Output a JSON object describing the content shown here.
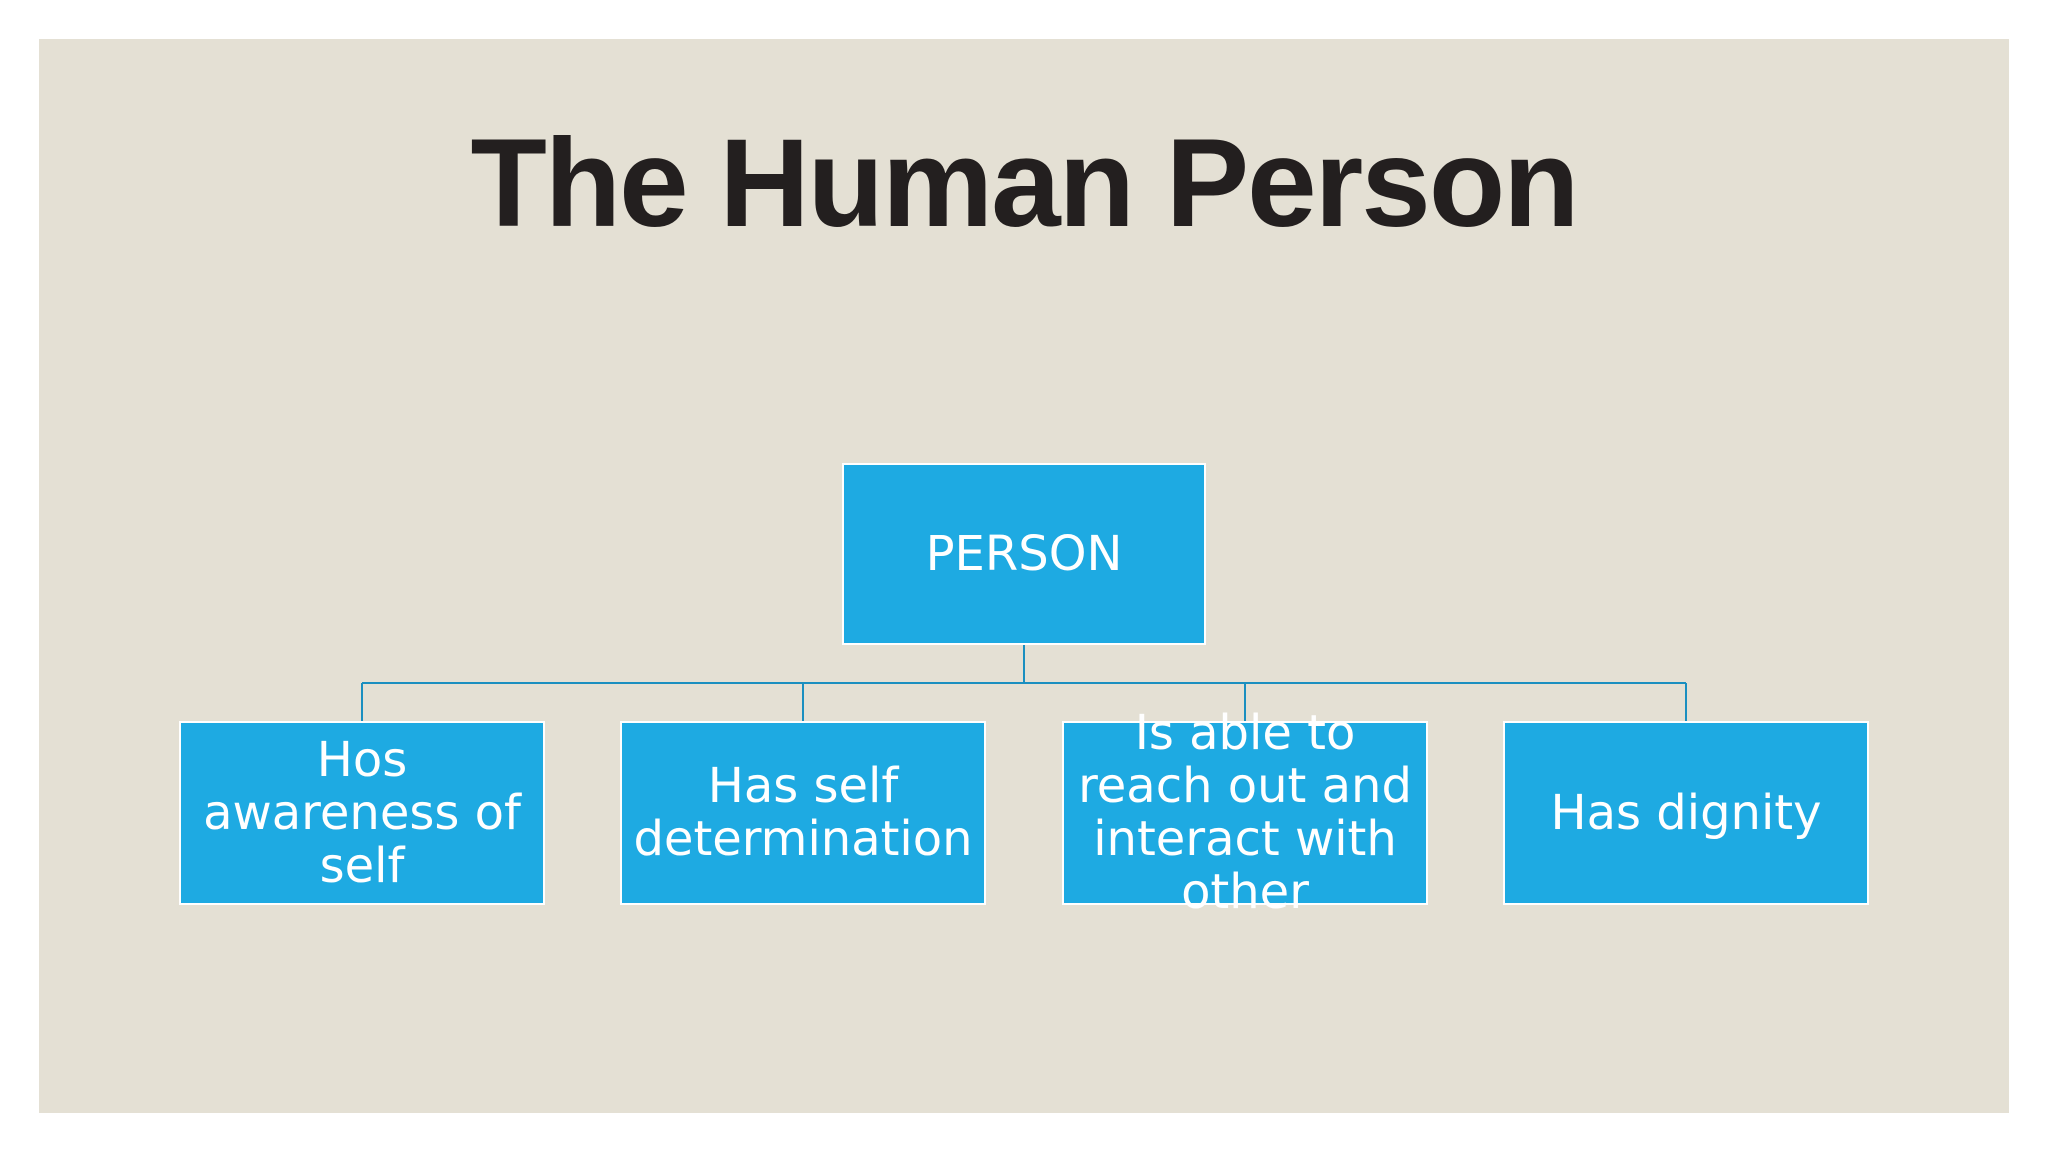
{
  "slide": {
    "title": "The Human Person",
    "background_color": "#e4e0d4",
    "title_color": "#231f1f"
  },
  "diagram": {
    "box_color": "#1eaae2",
    "connector_color": "#1a8fc0",
    "root": {
      "label": "PERSON"
    },
    "children": [
      {
        "label": "Hos awareness of self"
      },
      {
        "label": "Has self determination"
      },
      {
        "label": "Is able to reach out and interact with other"
      },
      {
        "label": "Has dignity"
      }
    ]
  }
}
